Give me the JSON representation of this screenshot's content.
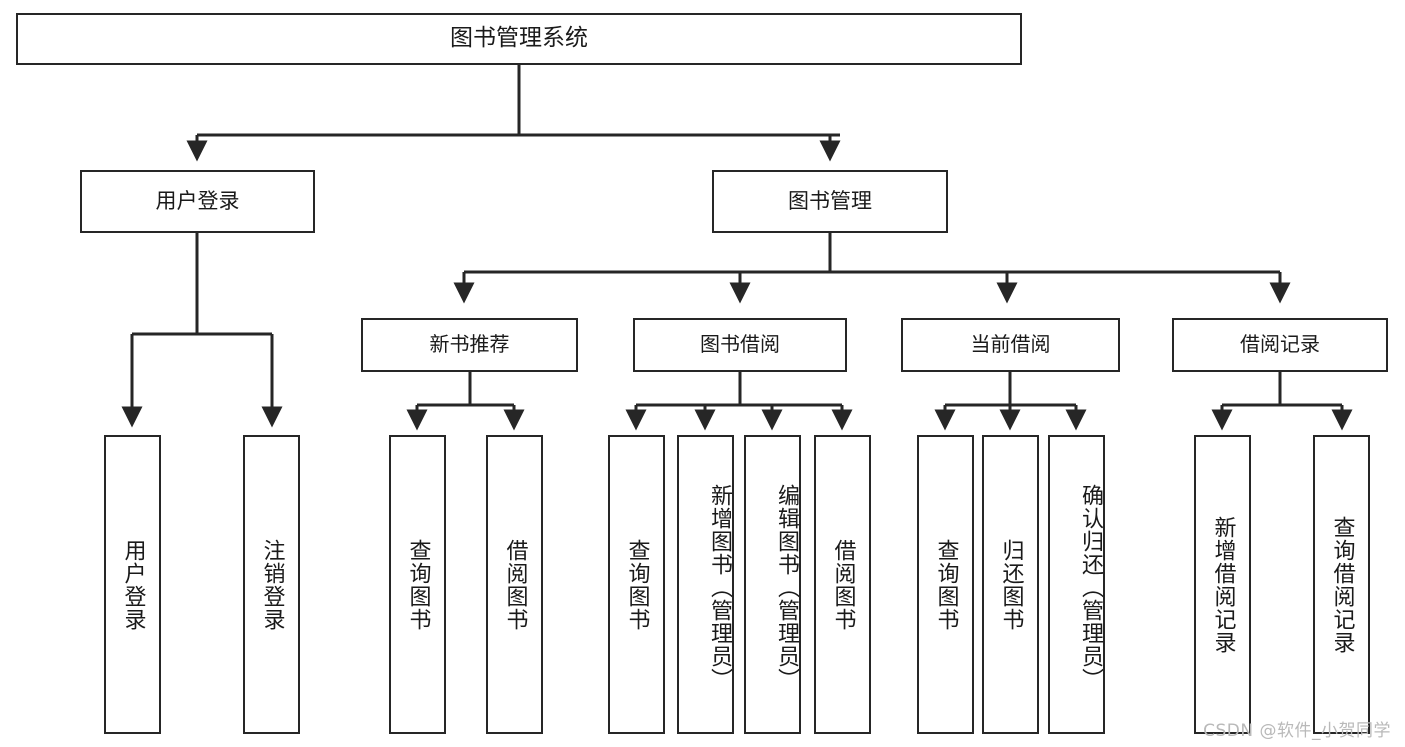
{
  "diagram": {
    "title": "图书管理系统",
    "type": "tree-hierarchy",
    "theme": {
      "background": "#ffffff",
      "border": "#262626",
      "text": "#1a1a1a",
      "watermark": "#b9b9b9"
    },
    "root": {
      "label": "图书管理系统"
    },
    "level1": [
      {
        "label": "用户登录"
      },
      {
        "label": "图书管理"
      }
    ],
    "level2": [
      {
        "label": "新书推荐"
      },
      {
        "label": "图书借阅"
      },
      {
        "label": "当前借阅"
      },
      {
        "label": "借阅记录"
      }
    ],
    "leaves": {
      "user_login": [
        {
          "label": "用户登录"
        },
        {
          "label": "注销登录"
        }
      ],
      "new_book": [
        {
          "label": "查询图书"
        },
        {
          "label": "借阅图书"
        }
      ],
      "book_borrow": [
        {
          "label": "查询图书"
        },
        {
          "label": "新增图书（管理员）"
        },
        {
          "label": "编辑图书（管理员）"
        },
        {
          "label": "借阅图书"
        }
      ],
      "current_borrow": [
        {
          "label": "查询图书"
        },
        {
          "label": "归还图书"
        },
        {
          "label": "确认归还（管理员）"
        }
      ],
      "borrow_record": [
        {
          "label": "新增借阅记录"
        },
        {
          "label": "查询借阅记录"
        }
      ]
    }
  },
  "watermark": {
    "text": "CSDN @软件_小贺同学"
  }
}
